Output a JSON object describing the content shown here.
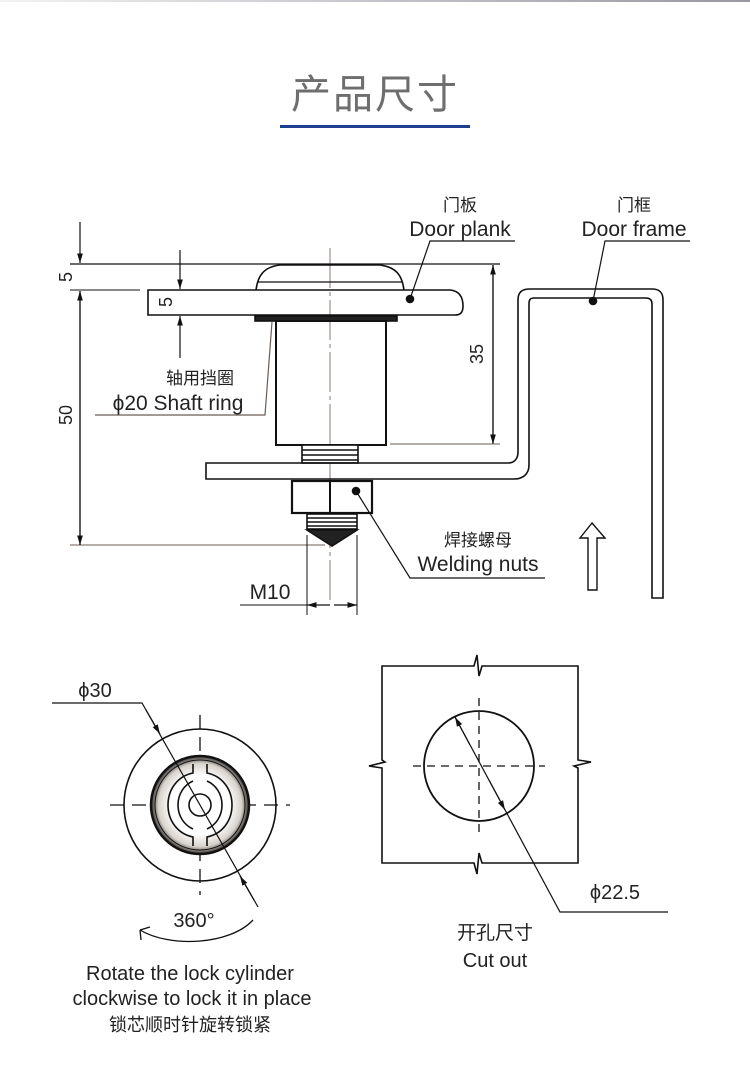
{
  "header": {
    "title": "产品尺寸",
    "accent_color": "#1d3f8f"
  },
  "side_view": {
    "door_plank": {
      "cn": "门板",
      "en": "Door plank"
    },
    "door_frame": {
      "cn": "门框",
      "en": "Door frame"
    },
    "shaft_ring": {
      "cn": "轴用挡圈",
      "en": "ϕ20 Shaft ring"
    },
    "welding_nuts": {
      "cn": "焊接螺母",
      "en": "Welding nuts"
    },
    "dimensions": {
      "head_height": "5",
      "plank_thickness": "5",
      "total_length": "50",
      "plank_to_frame": "35",
      "thread": "M10"
    },
    "arrow_icon": "up-arrow-icon"
  },
  "front_view": {
    "diameter": "ϕ30",
    "rotation": "360°",
    "caption_en_line1": "Rotate the lock cylinder",
    "caption_en_line2": "clockwise to lock it in place",
    "caption_cn": "锁芯顺时针旋转锁紧"
  },
  "cutout_view": {
    "diameter": "ϕ22.5",
    "caption_cn": "开孔尺寸",
    "caption_en": "Cut out"
  }
}
